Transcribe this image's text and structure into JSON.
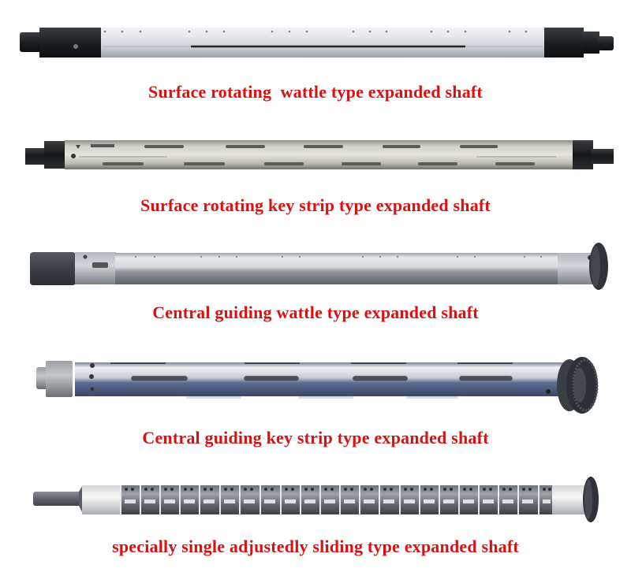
{
  "title": "Expanded shaft types",
  "colors": {
    "caption": "#d81212",
    "background": "#ffffff",
    "steel_light": "#e4e6ea",
    "steel_mid": "#b8bcc4",
    "steel_dark": "#6c7078",
    "end_cap_dark": "#1e2124",
    "blue_steel": "#4d5e82"
  },
  "shafts": [
    {
      "id": 1,
      "caption": "Surface rotating  wattle type expanded shaft",
      "style": "wattle, black end caps both ends"
    },
    {
      "id": 2,
      "caption": "Surface rotating key strip type expanded shaft",
      "style": "key strip, dark end caps both ends"
    },
    {
      "id": 3,
      "caption": "Central guiding wattle type expanded shaft",
      "style": "wattle, dark hub left, flanged disc right"
    },
    {
      "id": 4,
      "caption": "Central guiding key strip type expanded shaft",
      "style": "key strip, collar left, toothed flange right"
    },
    {
      "id": 5,
      "caption": "specially single adjustedly sliding type expanded shaft",
      "style": "segmented rings, spindle left, flange right"
    }
  ]
}
